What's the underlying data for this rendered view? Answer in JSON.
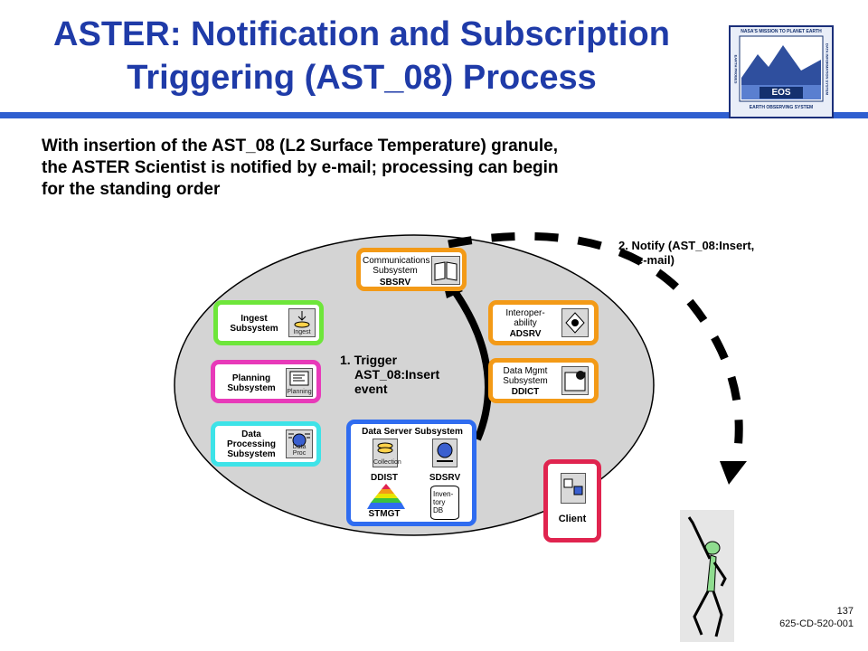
{
  "title": {
    "line1": "ASTER:  Notification and Subscription",
    "line2": "Triggering (AST_08) Process"
  },
  "subtitle": {
    "line1": "With insertion of the AST_08 (L2 Surface Temperature) granule,",
    "line2": "the ASTER Scientist is notified by e-mail; processing can begin",
    "line3": "for the standing order"
  },
  "logo": {
    "top": "NASA'S MISSION TO PLANET EARTH",
    "center": "EOS",
    "bottom": "EARTH OBSERVING SYSTEM",
    "left": "EARTH PROBES",
    "right": "DATA INFORMATION SYSTEM"
  },
  "diagram": {
    "communications": {
      "line1": "Communications",
      "line2": "Subsystem",
      "code": "SBSRV"
    },
    "ingest": {
      "line1": "Ingest",
      "line2": "Subsystem",
      "icon_caption": "Ingest"
    },
    "planning": {
      "line1": "Planning",
      "line2": "Subsystem",
      "icon_caption": "Planning"
    },
    "data_processing": {
      "line1": "Data",
      "line2": "Processing",
      "line3": "Subsystem",
      "icon_caption": "Data Proc"
    },
    "interoperability": {
      "line1": "Interoper-",
      "line2": "ability",
      "code": "ADSRV"
    },
    "data_mgmt": {
      "line1": "Data Mgmt",
      "line2": "Subsystem",
      "code": "DDICT"
    },
    "data_server": {
      "title": "Data Server Subsystem",
      "collection_caption": "Collection",
      "ddist": "DDIST",
      "stmgt": "STMGT",
      "sdsrv": "SDSRV",
      "inventory_db": [
        "Inven-",
        "tory",
        "DB"
      ]
    },
    "client": {
      "label": "Client"
    },
    "trigger_note": [
      "1. Trigger",
      "AST_08:Insert",
      "event"
    ],
    "notify_note": [
      "2. Notify (AST_08:Insert,",
      "e-mail)"
    ]
  },
  "colors": {
    "title": "#1f3ba8",
    "rule": "#2f5fd0",
    "ellipse_fill": "#d4d4d4",
    "orange_border": "#f39a17",
    "green_border": "#6ee63a",
    "magenta_border": "#e83ab9",
    "cyan_border": "#3de3e8",
    "blue_border": "#2f6cf0",
    "red_border": "#e0244f",
    "figure_green": "#8fdc8f"
  },
  "footer": {
    "page_number": "137",
    "doc_id": "625-CD-520-001"
  }
}
